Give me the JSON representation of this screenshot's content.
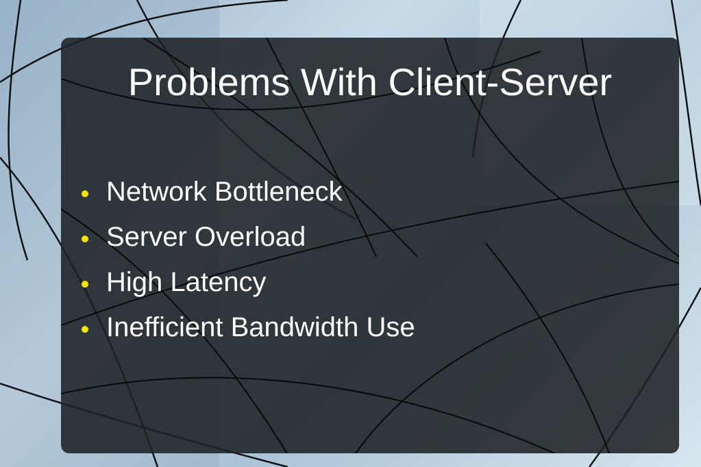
{
  "slide": {
    "title": "Problems With Client-Server",
    "bullets": [
      "Network Bottleneck",
      "Server Overload",
      "High Latency",
      "Inefficient Bandwidth Use"
    ]
  },
  "colors": {
    "panel": "#1e2226",
    "text": "#ffffff",
    "bullet_dot": "#f2e600",
    "background": "#b4cadc"
  }
}
